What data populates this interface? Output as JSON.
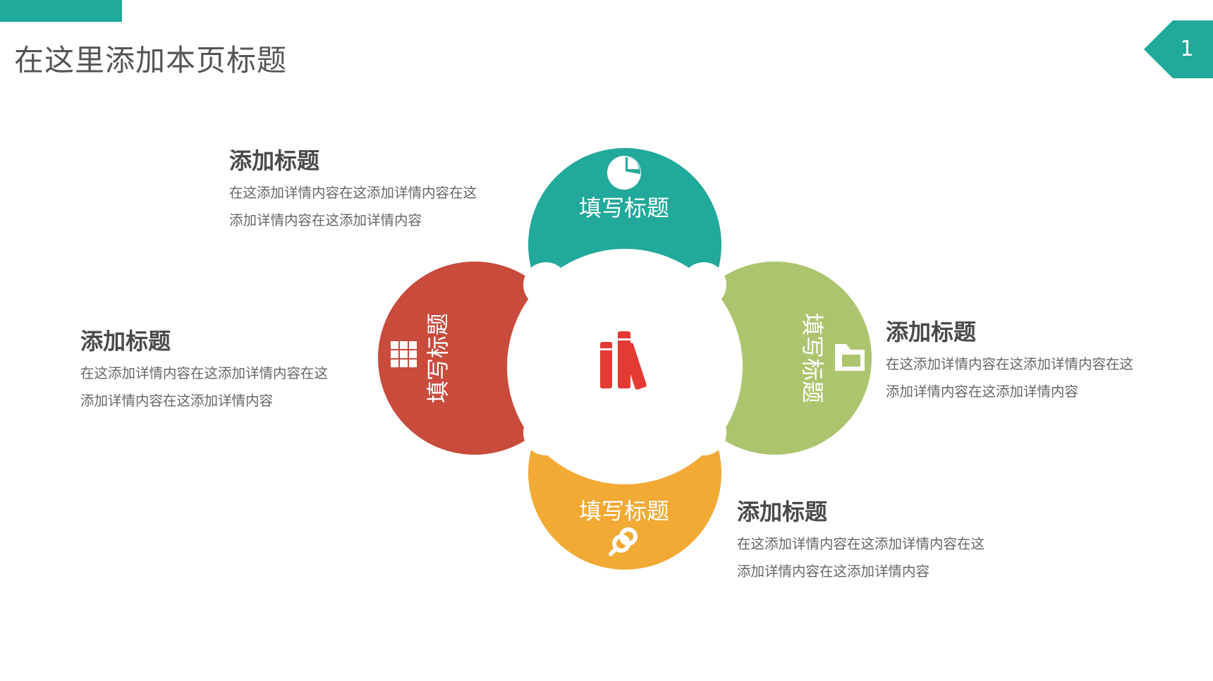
{
  "slide": {
    "title": "在这里添加本页标题",
    "page_number": "1",
    "accent_color": "#21a99b"
  },
  "petals": [
    {
      "position": "top",
      "label": "填写标题",
      "color": "#21a99b",
      "icon": "pie-chart-icon"
    },
    {
      "position": "left",
      "label": "填写标题",
      "color": "#c84b3c",
      "icon": "grid-icon"
    },
    {
      "position": "right",
      "label": "填写标题",
      "color": "#adc46f",
      "icon": "folder-icon"
    },
    {
      "position": "bottom",
      "label": "填写标题",
      "color": "#f2aa35",
      "icon": "link-icon"
    }
  ],
  "center": {
    "icon": "books-icon",
    "color": "#e33b34"
  },
  "text_blocks": [
    {
      "title": "添加标题",
      "line1": "在这添加详情内容在这添加详情内容在这",
      "line2": "添加详情内容在这添加详情内容"
    },
    {
      "title": "添加标题",
      "line1": "在这添加详情内容在这添加详情内容在这",
      "line2": "添加详情内容在这添加详情内容"
    },
    {
      "title": "添加标题",
      "line1": "在这添加详情内容在这添加详情内容在这",
      "line2": "添加详情内容在这添加详情内容"
    },
    {
      "title": "添加标题",
      "line1": "在这添加详情内容在这添加详情内容在这",
      "line2": "添加详情内容在这添加详情内容"
    }
  ]
}
